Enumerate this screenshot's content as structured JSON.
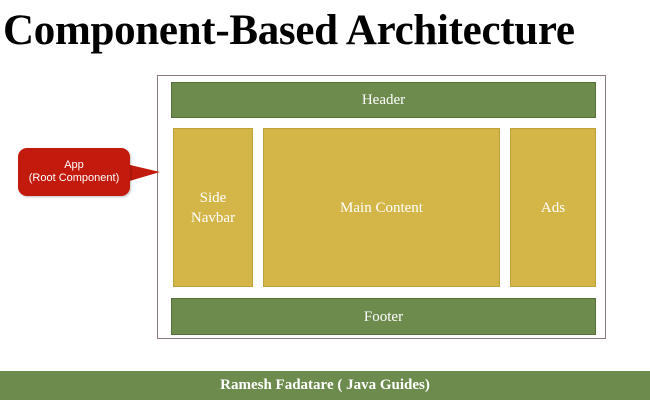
{
  "title": "Component-Based Architecture",
  "app_frame": {
    "callout_line1": "App",
    "callout_line2": "(Root Component)"
  },
  "components": {
    "header": "Header",
    "side_navbar_line1": "Side",
    "side_navbar_line2": "Navbar",
    "main_content": "Main Content",
    "ads": "Ads",
    "footer": "Footer"
  },
  "footer_bar": {
    "text": "Ramesh Fadatare ( Java Guides)"
  },
  "colors": {
    "green": "#6e8b4e",
    "mustard": "#d3b548",
    "callout_red": "#c21a0c"
  }
}
